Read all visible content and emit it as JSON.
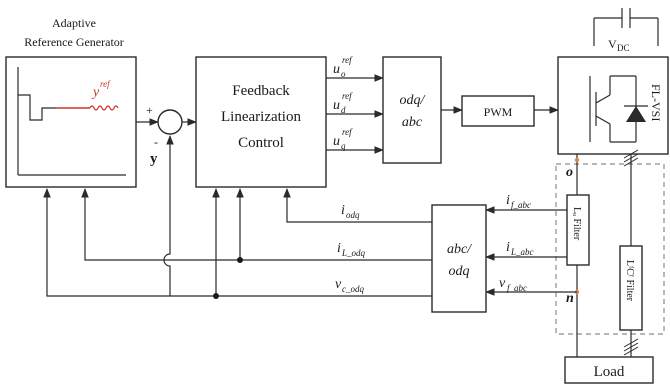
{
  "blocks": {
    "generator_title_1": "Adaptive",
    "generator_title_2": "Reference Generator",
    "flc_1": "Feedback",
    "flc_2": "Linearization",
    "flc_3": "Control",
    "odq_abc_1": "odq/",
    "odq_abc_2": "abc",
    "pwm": "PWM",
    "abc_odq_1": "abc/",
    "abc_odq_2": "odq",
    "lo_filter": "Lₒ Filter",
    "lfcf_filter": "LᶠCᶠ Filter",
    "load": "Load",
    "inverter": "FL-VSI",
    "vdc": "V",
    "vdc_sub": "DC"
  },
  "signals": {
    "y": "y",
    "y_ref": "y",
    "ref": "ref",
    "plus": "+",
    "minus": "-",
    "u": "u",
    "sub_o": "o",
    "sub_d": "d",
    "sub_q": "q",
    "i": "i",
    "v": "v",
    "odq": "odq",
    "L_odq": "L_odq",
    "c_odq": "c_odq",
    "f_abc": "f_abc",
    "L_abc": "L_abc",
    "o_node": "o",
    "n_node": "n"
  },
  "colors": {
    "reference_signal": "#d0312d",
    "node_marker": "#e8833a",
    "filter_boundary": "#8c8c8c"
  }
}
